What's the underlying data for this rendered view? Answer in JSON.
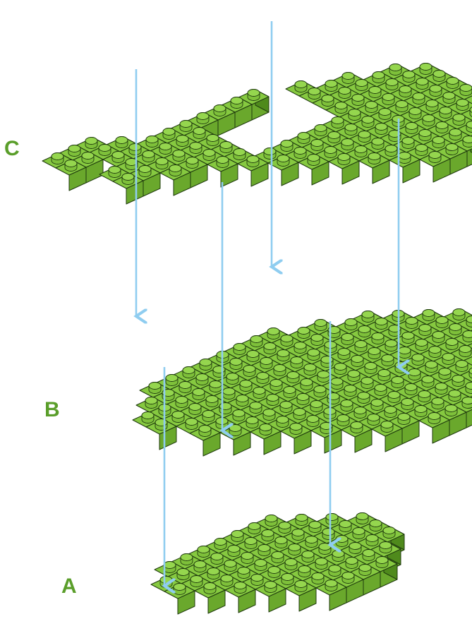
{
  "colors": {
    "brick_top": "#86c940",
    "brick_front": "#6aa82c",
    "brick_side": "#4f8a1c",
    "stud_body": "#7ec03a",
    "stud_cap": "#95d64e",
    "outline": "#1f3a0e",
    "arrow": "#8fcdf0",
    "label": "#5a9e2a"
  },
  "layers": [
    {
      "id": "C",
      "label": "C"
    },
    {
      "id": "B",
      "label": "B"
    },
    {
      "id": "A",
      "label": "A"
    }
  ]
}
